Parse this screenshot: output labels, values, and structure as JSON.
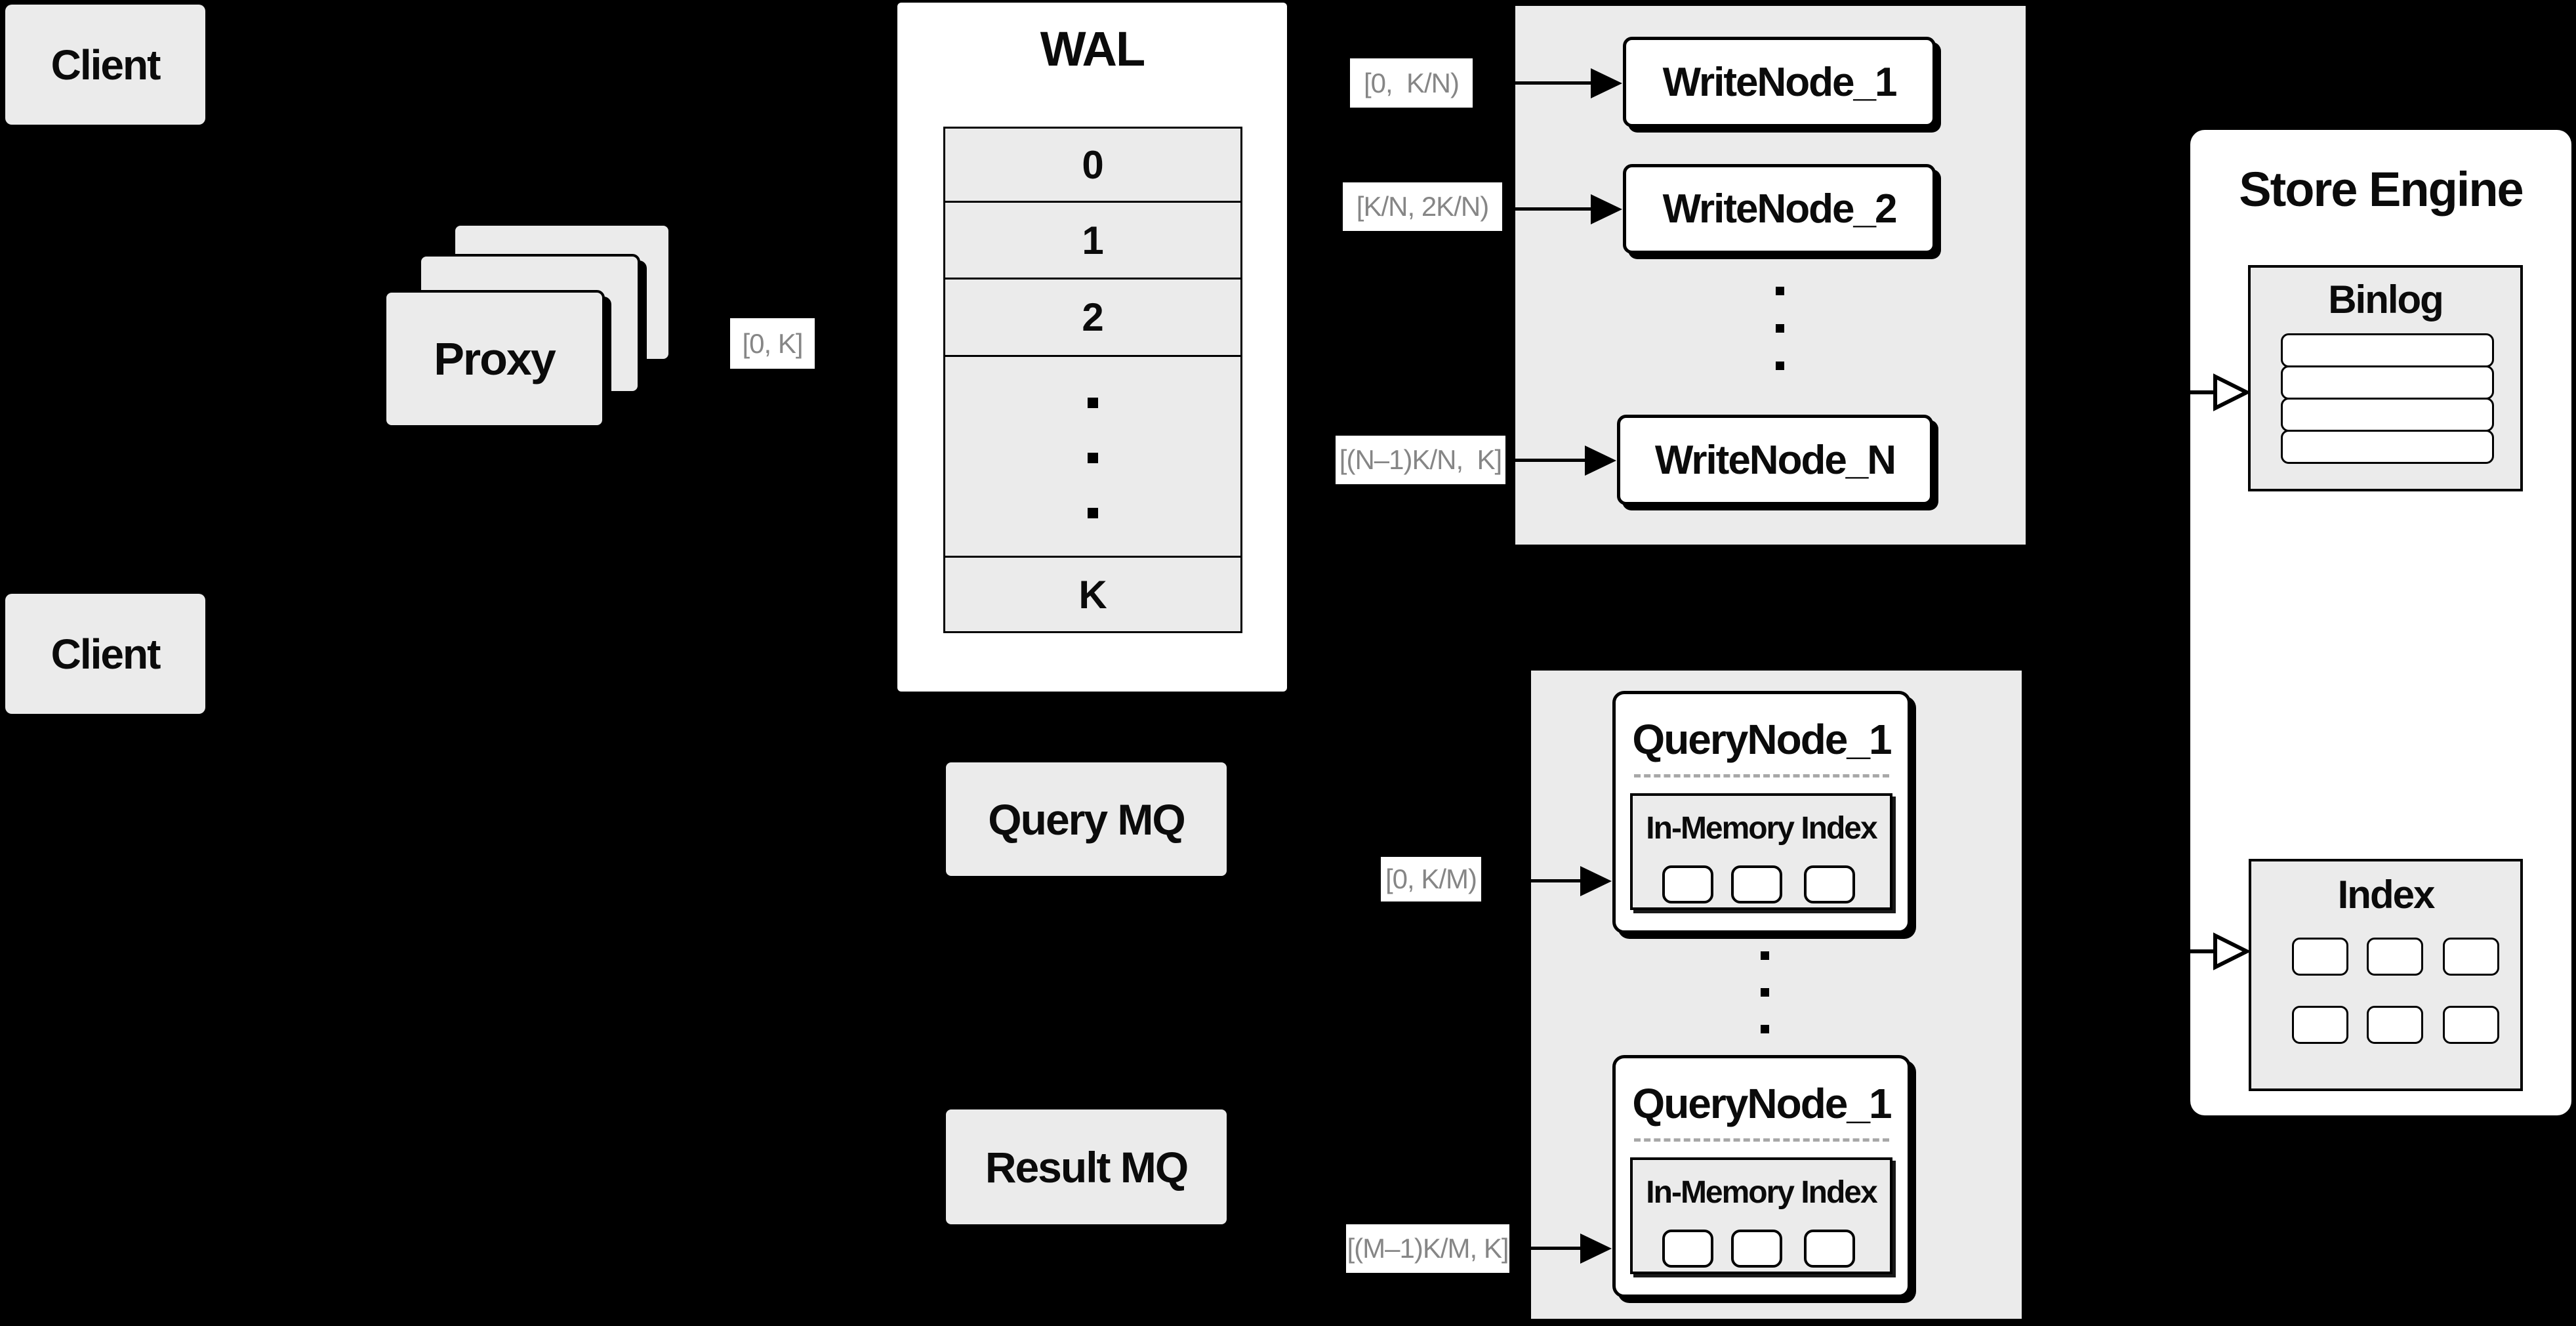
{
  "clients": {
    "top": "Client",
    "bottom": "Client"
  },
  "proxy": {
    "label": "Proxy"
  },
  "wal": {
    "title": "WAL",
    "rows": [
      "0",
      "1",
      "2"
    ],
    "last_row": "K"
  },
  "edge_labels": {
    "proxy_to_wal": "[0, K]",
    "wal_to_writenode_1": "[0,  K/N)",
    "wal_to_writenode_2": "[K/N, 2K/N)",
    "wal_to_writenode_n": "[(N–1)K/N,  K]",
    "querymq_to_querynode_1": "[0, K/M)",
    "resultmq_to_querynode_m": "[(M–1)K/M, K]"
  },
  "write_nodes": {
    "node_1": "WriteNode_1",
    "node_2": "WriteNode_2",
    "node_n": "WriteNode_N"
  },
  "query_nodes": {
    "top": {
      "title": "QueryNode_1",
      "inner_title": "In-Memory Index"
    },
    "bottom": {
      "title": "QueryNode_1",
      "inner_title": "In-Memory Index"
    }
  },
  "mq": {
    "query": "Query MQ",
    "result": "Result MQ"
  },
  "store_engine": {
    "title": "Store Engine",
    "binlog_title": "Binlog",
    "index_title": "Index"
  },
  "colors": {
    "background": "#000000",
    "panel_gray": "#ebebeb",
    "box_white": "#ffffff",
    "line_black": "#000000",
    "label_text_gray": "#868686"
  }
}
